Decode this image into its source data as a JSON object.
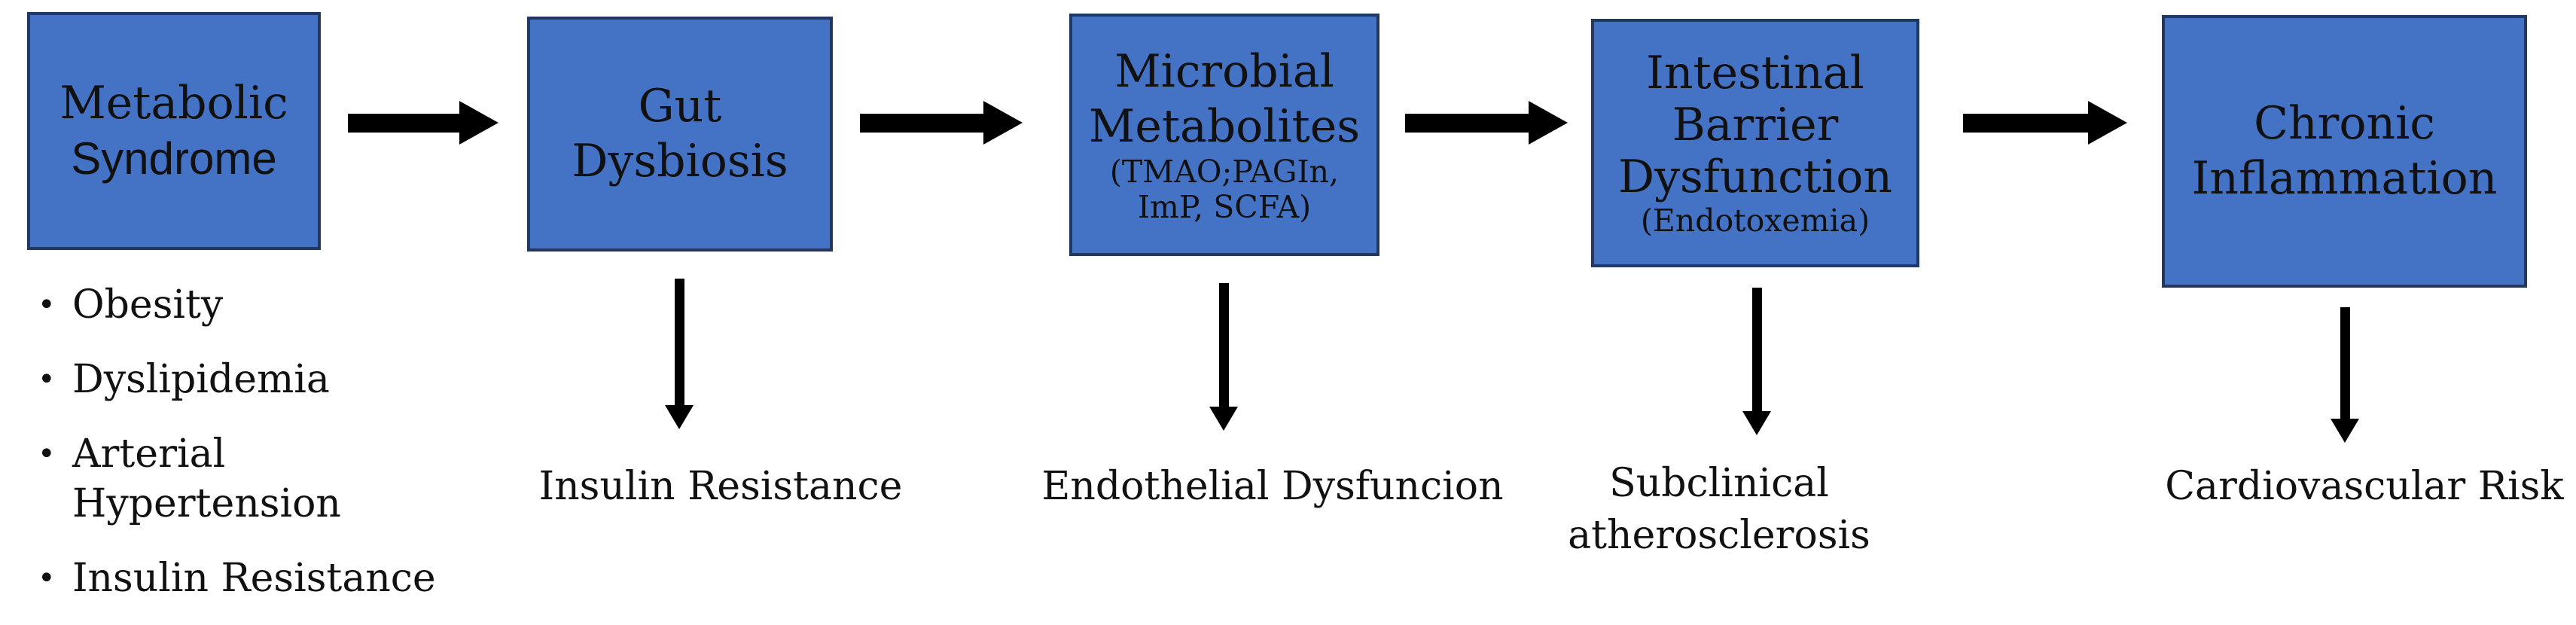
{
  "colors": {
    "background": "#FFFFFF",
    "box_fill": "#4472C4",
    "box_border": "#1F3864",
    "arrow": "#000000",
    "text": "#111111"
  },
  "flow": {
    "boxes": [
      {
        "id": "metabolic-syndrome",
        "lines": [
          "Metabolic",
          "Syndrome"
        ],
        "sub_lines": []
      },
      {
        "id": "gut-dysbiosis",
        "lines": [
          "Gut",
          "Dysbiosis"
        ],
        "sub_lines": []
      },
      {
        "id": "microbial-metabolites",
        "lines": [
          "Microbial",
          "Metabolites"
        ],
        "sub_lines": [
          "(TMAO;PAGIn,",
          "ImP, SCFA)"
        ]
      },
      {
        "id": "intestinal-barrier-dysfunction",
        "lines": [
          "Intestinal",
          "Barrier",
          "Dysfunction"
        ],
        "sub_lines": [
          "(Endotoxemia)"
        ]
      },
      {
        "id": "chronic-inflammation",
        "lines": [
          "Chronic",
          "Inflammation"
        ],
        "sub_lines": []
      }
    ],
    "outcomes": [
      {
        "under": "gut-dysbiosis",
        "lines": [
          "Insulin Resistance"
        ]
      },
      {
        "under": "microbial-metabolites",
        "lines": [
          "Endothelial Dysfuncion"
        ]
      },
      {
        "under": "intestinal-barrier-dysfunction",
        "lines": [
          "Subclinical",
          "atherosclerosis"
        ]
      },
      {
        "under": "chronic-inflammation",
        "lines": [
          "Cardiovascular Risk"
        ]
      }
    ],
    "bullets": [
      "Obesity",
      "Dyslipidemia",
      "Arterial Hypertension",
      "Insulin Resistance"
    ],
    "bullet_glyph": "•"
  }
}
